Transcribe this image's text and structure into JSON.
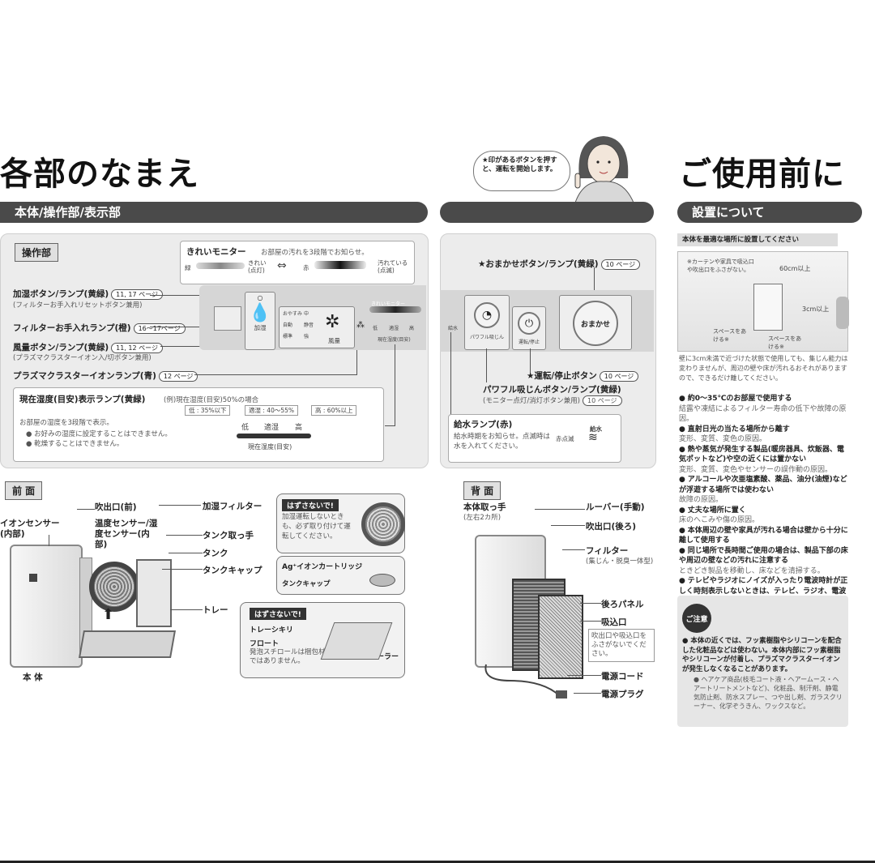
{
  "titles": {
    "left": "各部のなまえ",
    "right": "ご使用前に"
  },
  "speech": "★印があるボタンを押すと、運転を開始します。",
  "bars": {
    "main": "本体/操作部/表示部",
    "setup": "設置について"
  },
  "operation": {
    "tag": "操作部",
    "monitor_title": "きれいモニター",
    "monitor_desc": "お部屋の汚れを3段階でお知らせ。",
    "monitor_green": "緑",
    "monitor_clean": "きれい(点灯)",
    "monitor_red": "赤",
    "monitor_dirty": "汚れている(点滅)",
    "monitor_panel_label": "きれいモニター",
    "labels": [
      {
        "text": "加湿ボタン/ランプ(黄緑)",
        "ref": "11, 17 ページ",
        "sub": "(フィルターお手入れリセットボタン兼用)"
      },
      {
        "text": "フィルターお手入れランプ(橙)",
        "ref": "16〜17ページ",
        "sub": ""
      },
      {
        "text": "風量ボタン/ランプ(黄緑)",
        "ref": "11, 12 ページ",
        "sub": "(プラズマクラスターイオン入/切ボタン兼用)"
      },
      {
        "text": "プラズマクラスターイオンランプ(青)",
        "ref": "12 ページ",
        "sub": ""
      }
    ],
    "btn_humid": "加湿",
    "btn_fan": "風量",
    "fan_opts": [
      "おやすみ",
      "自動",
      "静音",
      "中",
      "標準",
      "強"
    ],
    "humid_level": [
      "低",
      "適湿",
      "高"
    ],
    "humid_panel": "現在湿度(目安)",
    "humidity_title": "現在湿度(目安)表示ランプ(黄緑)",
    "humidity_example": "(例)現在湿度(目安)50%の場合",
    "humidity_ranges": [
      "低 : 35%以下",
      "適湿 : 40〜55%",
      "高 : 60%以上"
    ],
    "humidity_note": "お部屋の湿度を3段階で表示。",
    "humidity_bullets": [
      "お好みの湿度に設定することはできません。",
      "乾燥することはできません。"
    ],
    "humidity_bottom": [
      "低",
      "適湿",
      "高"
    ],
    "humidity_caption": "現在湿度(目安)"
  },
  "front": {
    "tag": "前 面",
    "labels": [
      "吹出口(前)",
      "イオンセンサー(内部)",
      "温度センサー/湿度センサー(内部)",
      "加湿フィルター",
      "タンク取っ手",
      "タンク",
      "タンクキャップ",
      "トレー",
      "本 体"
    ],
    "warn1_title": "はずさないで!",
    "warn1_text": "加湿運転しないときも、必ず取り付けて運転してください。",
    "ag_title": "Ag⁺イオンカートリッジ",
    "ag_cap": "タンクキャップ",
    "warn2_title": "はずさないで!",
    "warn2_items": [
      "トレーシキリ",
      "フロート",
      "発泡スチロールは梱包材ではありません。",
      "ローラー"
    ]
  },
  "control_right": {
    "omakase": "★おまかせボタン/ランプ(黄緑)",
    "omakase_ref": "10 ページ",
    "omakase_btn": "おまかせ",
    "onoff": "★運転/停止ボタン",
    "onoff_ref": "10 ページ",
    "onoff_btn": "運転/停止",
    "powerful": "パワフル吸じんボタン/ランプ(黄緑)",
    "powerful_sub": "(モニター点灯/消灯ボタン兼用)",
    "powerful_ref": "10 ページ",
    "powerful_btn": "パワフル吸じん",
    "water_side": "給水",
    "water_title": "給水ランプ(赤)",
    "water_desc": "給水時期をお知らせ。点滅時は水を入れてください。",
    "water_blink": "赤点滅",
    "water_icon": "給水"
  },
  "back": {
    "tag": "背 面",
    "labels": [
      "本体取っ手",
      "(左右2カ所)",
      "ルーバー(手動)",
      "吹出口(後ろ)",
      "フィルター",
      "(集じん・脱臭一体型)",
      "後ろパネル",
      "吸込口",
      "電源コード",
      "電源プラグ"
    ],
    "note": "吹出口や吸込口をふさがないでください。"
  },
  "setup": {
    "subtitle": "本体を最適な場所に設置してください",
    "curtain": "※カーテンや家具で吸込口や吹出口をふさがない。",
    "dist1": "60cm以上",
    "dist2": "3cm以上",
    "space1": "スペースをあける※",
    "space2": "スペースをあける※",
    "intro": "壁に3cm未満で近づけた状態で使用しても、集じん能力は変わりませんが、周辺の壁や床が汚れるおそれがありますので、できるだけ離してください。",
    "bullets": [
      {
        "b": "約0〜35℃のお部屋で使用する",
        "s": "結露や凍結によるフィルター寿命の低下や故障の原因。"
      },
      {
        "b": "直射日光の当たる場所から離す",
        "s": "変形、変質、変色の原因。"
      },
      {
        "b": "熱や蒸気が発生する製品(暖房器具、炊飯器、電気ポットなど)や空の近くには置かない",
        "s": "変形、変質、変色やセンサーの誤作動の原因。"
      },
      {
        "b": "アルコールや次亜塩素酸、薬品、油分(油煙)などが浮遊する場所では使わない",
        "s": "故障の原因。"
      },
      {
        "b": "丈夫な場所に置く",
        "s": "床のへこみや傷の原因。"
      },
      {
        "b": "本体周辺の壁や家具が汚れる場合は壁から十分に離して使用する",
        "s": ""
      },
      {
        "b": "同じ場所で長時間ご使用の場合は、製品下部の床や周辺の壁などの汚れに注意する",
        "s": "ときどき製品を移動し、床などを清掃する。"
      },
      {
        "b": "テレビやラジオにノイズが入ったり電波時計が正しく時刻表示しないときは、テレビ、ラジオ、電波時計などからできるだけ離す",
        "s": ""
      }
    ],
    "caution_title": "ご注意",
    "caution_text": "本体の近くでは、フッ素樹脂やシリコーンを配合した化粧品などは使わない。本体内部にフッ素樹脂やシリコーンが付着し、プラズマクラスターイオンが発生しなくなることがあります。",
    "caution_sub": "ヘアケア商品(枝毛コート液・ヘアームース・ヘアートリートメントなど)、化粧品、制汗剤、静電気防止剤、防水スプレー、つや出し剤、ガラスクリーナー、化学ぞうきん、ワックスなど。"
  }
}
